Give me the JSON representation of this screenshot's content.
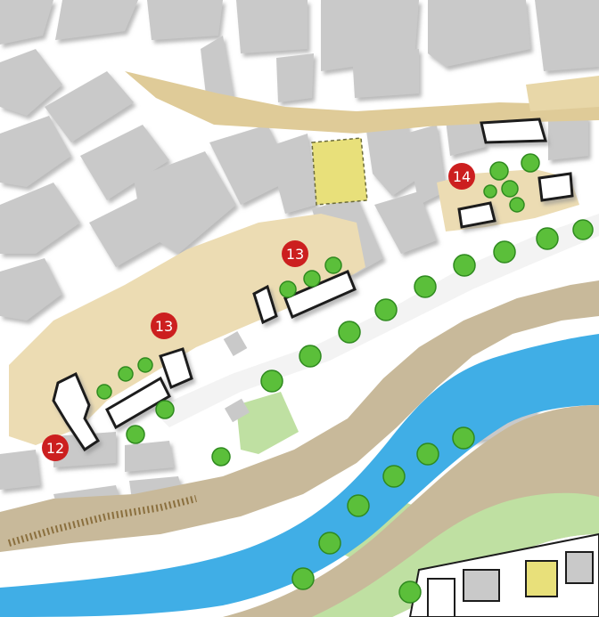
{
  "map": {
    "colors": {
      "background": "#ffffff",
      "block": "#c9c9c9",
      "block_shadow": "#a9a9a9",
      "plaza": "#ecdcb3",
      "street_tan": "#dfcb98",
      "river": "#40aee6",
      "river_bank": "#c8b99a",
      "green": "#bfe0a2",
      "tree": "#5bbf3a",
      "tree_edge": "#2f8a1f",
      "yellow_court": "#e8e07a",
      "marker": "#cc1f1f",
      "new_building": "#ffffff",
      "building_outline": "#1a1a1a"
    },
    "markers": [
      {
        "id": "marker-12",
        "label": "12"
      },
      {
        "id": "marker-13a",
        "label": "13"
      },
      {
        "id": "marker-13b",
        "label": "13"
      },
      {
        "id": "marker-14",
        "label": "14"
      }
    ]
  }
}
